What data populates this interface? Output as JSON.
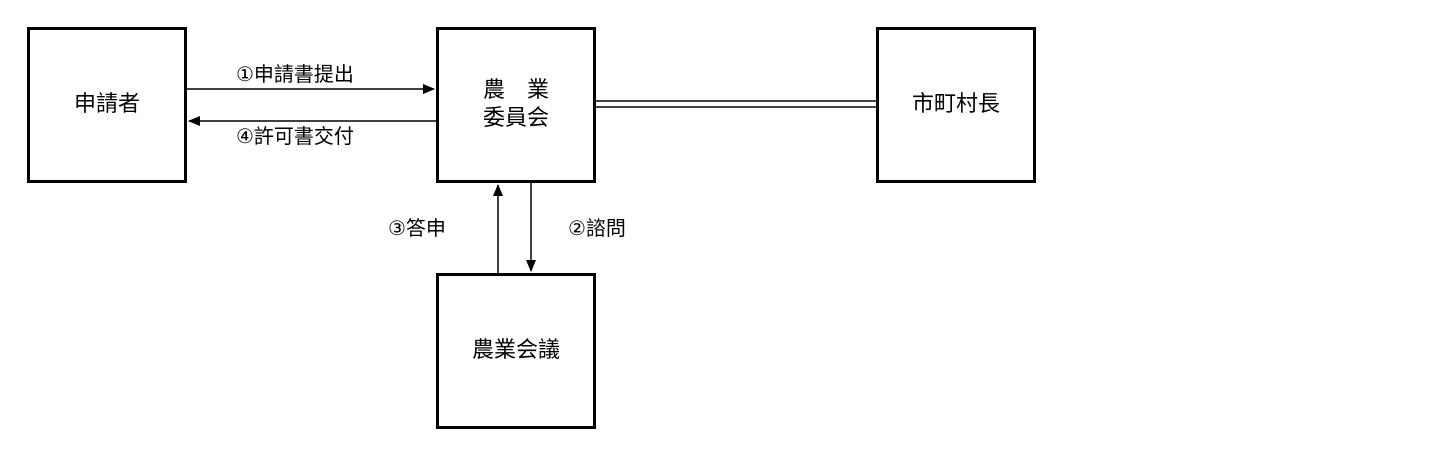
{
  "boxes": {
    "applicant": "申請者",
    "agri_committee_line1": "農　業",
    "agri_committee_line2": "委員会",
    "mayor": "市町村長",
    "agri_council": "農業会議"
  },
  "flows": {
    "step1": "①申請書提出",
    "step2": "②諮問",
    "step3": "③答申",
    "step4": "④許可書交付"
  }
}
